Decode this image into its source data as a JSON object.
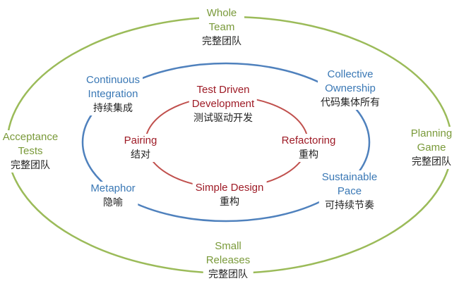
{
  "colors": {
    "outer_ring": "#9bbb59",
    "middle_ring": "#4f81bd",
    "inner_ring": "#c0504d",
    "outer_text": "#7a9a3a",
    "middle_text": "#3a78b5",
    "inner_text": "#9e1b26"
  },
  "outer": {
    "whole_team": {
      "en": [
        "Whole",
        "Team"
      ],
      "zh": "完整团队"
    },
    "acceptance_tests": {
      "en": [
        "Acceptance",
        "Tests"
      ],
      "zh": "完整团队"
    },
    "planning_game": {
      "en": [
        "Planning",
        "Game"
      ],
      "zh": "完整团队"
    },
    "small_releases": {
      "en": [
        "Small",
        "Releases"
      ],
      "zh": "完整团队"
    }
  },
  "middle": {
    "continuous_integration": {
      "en": [
        "Continuous",
        "Integration"
      ],
      "zh": "持续集成"
    },
    "collective_ownership": {
      "en": [
        "Collective",
        "Ownership"
      ],
      "zh": "代码集体所有"
    },
    "metaphor": {
      "en": [
        "Metaphor"
      ],
      "zh": "隐喻"
    },
    "sustainable_pace": {
      "en": [
        "Sustainable",
        "Pace"
      ],
      "zh": "可持续节奏"
    }
  },
  "inner": {
    "tdd": {
      "en": [
        "Test Driven",
        "Development"
      ],
      "zh": "测试驱动开发"
    },
    "pairing": {
      "en": [
        "Pairing"
      ],
      "zh": "结对"
    },
    "refactoring": {
      "en": [
        "Refactoring"
      ],
      "zh": "重构"
    },
    "simple_design": {
      "en": [
        "Simple Design"
      ],
      "zh": "重构"
    }
  }
}
